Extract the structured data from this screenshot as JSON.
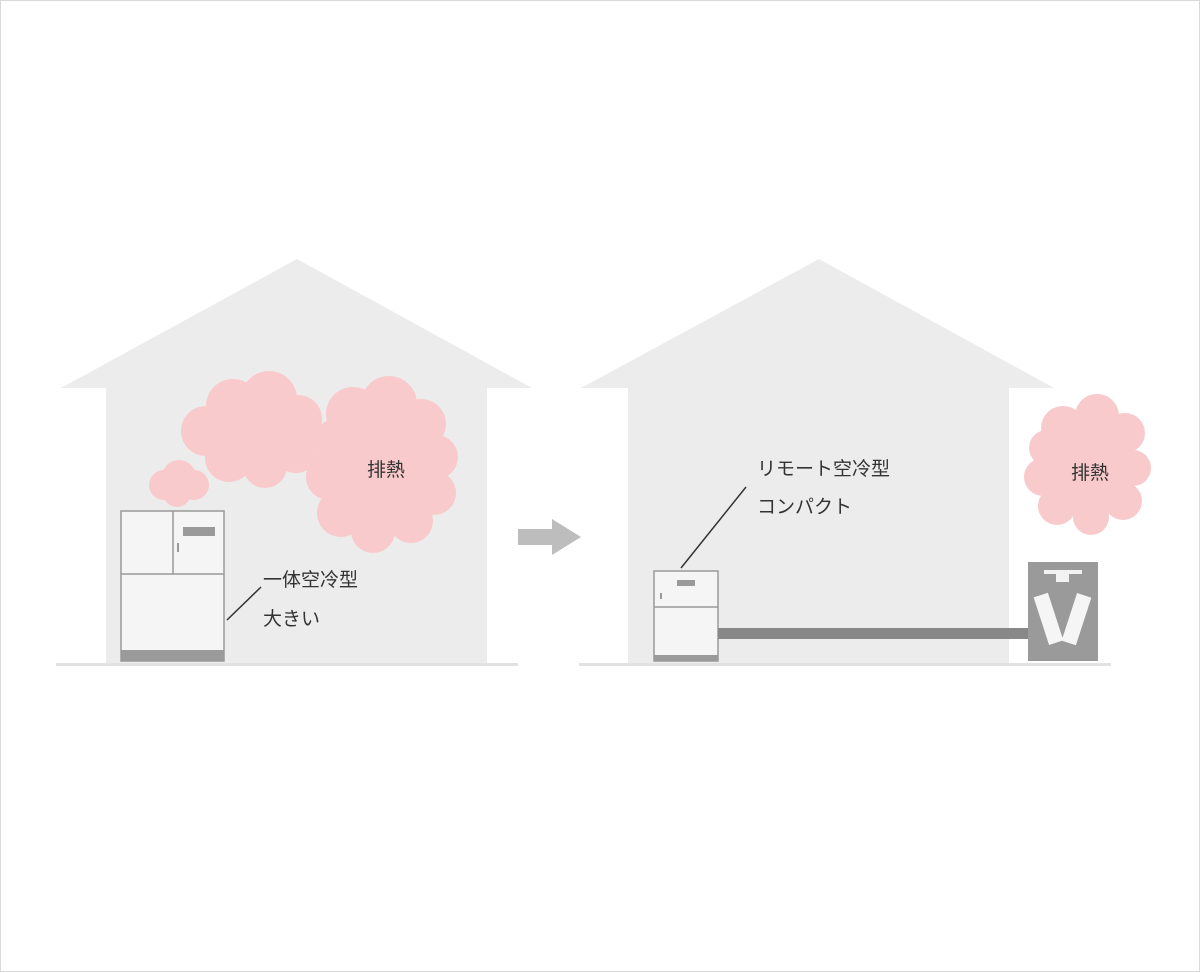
{
  "before": {
    "heat_label": "排熱",
    "unit_label_line1": "一体空冷型",
    "unit_label_line2": "大きい"
  },
  "after": {
    "heat_label": "排熱",
    "unit_label_line1": "リモート空冷型",
    "unit_label_line2": "コンパクト"
  },
  "colors": {
    "house": "#ececec",
    "heat": "#f9cacc",
    "unit": "#f5f5f5",
    "unit_edge": "#9a9a9a",
    "pipe": "#888888",
    "outdoor_unit": "#9a9a9a",
    "arrow": "#bdbdbd"
  }
}
